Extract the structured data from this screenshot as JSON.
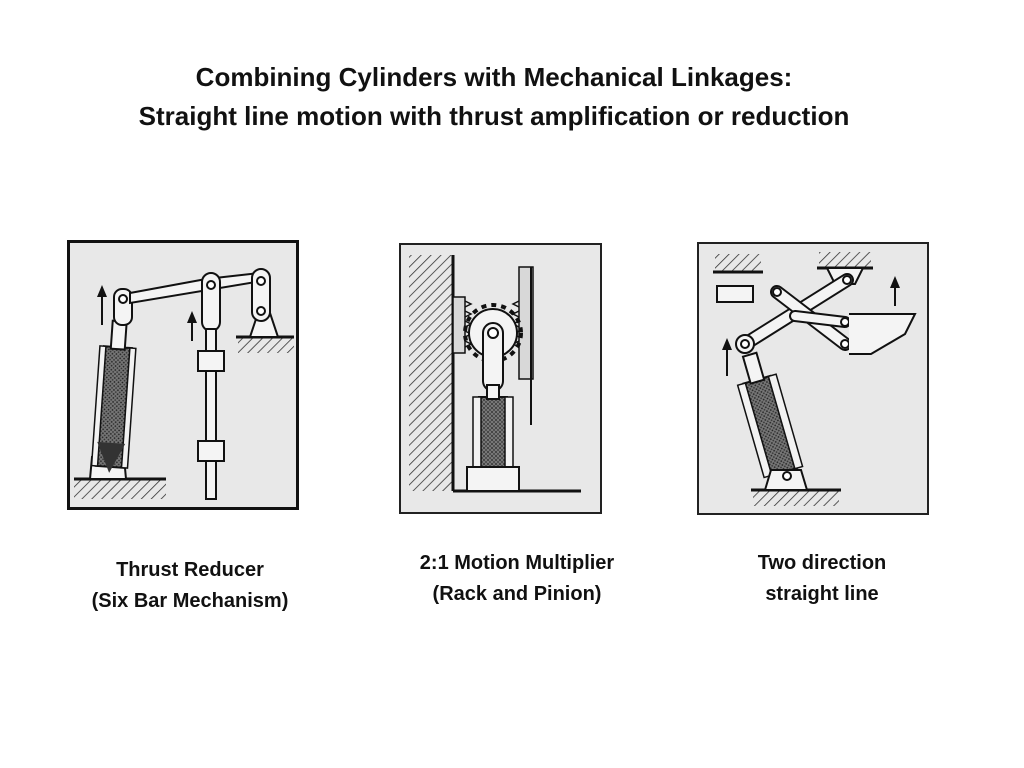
{
  "title": {
    "line1": "Combining Cylinders with Mechanical Linkages:",
    "line2": "Straight line motion with thrust amplification or reduction"
  },
  "figures": [
    {
      "caption_line1": "Thrust Reducer",
      "caption_line2": "(Six Bar Mechanism)"
    },
    {
      "caption_line1": "2:1 Motion Multiplier",
      "caption_line2": "(Rack and Pinion)"
    },
    {
      "caption_line1": "Two direction",
      "caption_line2": "straight line"
    }
  ],
  "colors": {
    "panel_background": "#e8e8e8",
    "ink": "#111111"
  }
}
